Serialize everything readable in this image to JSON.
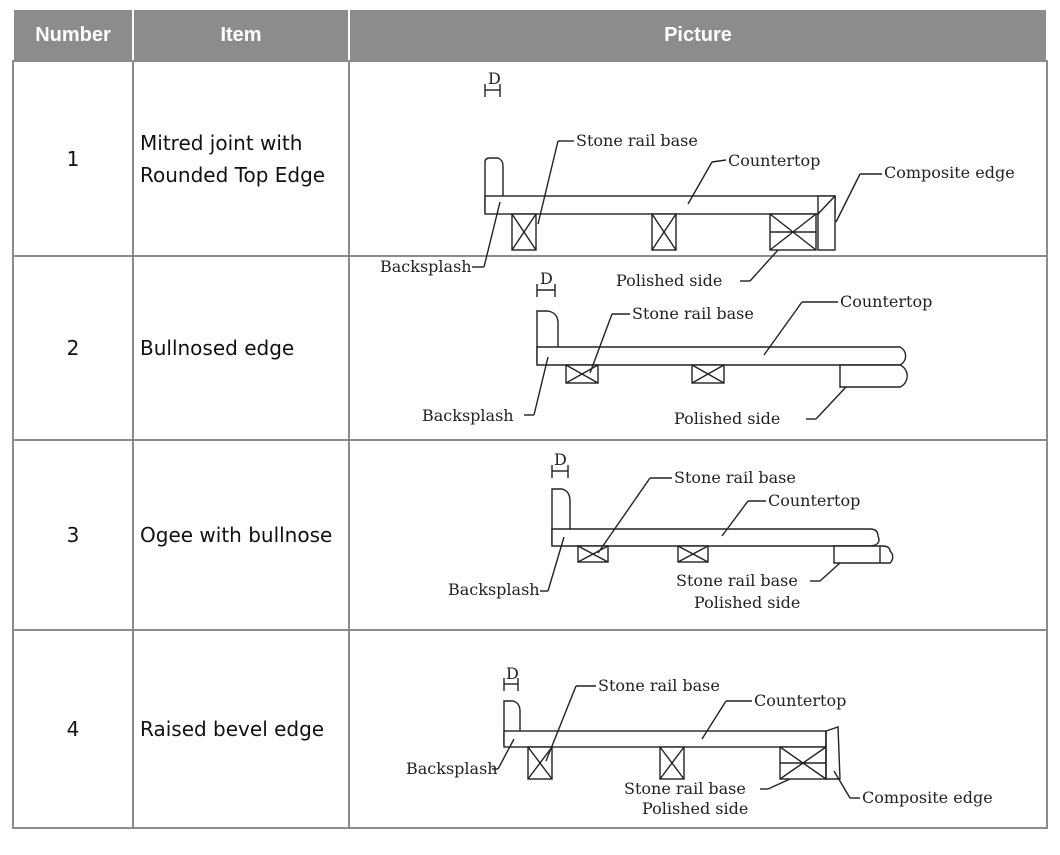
{
  "header": {
    "number": "Number",
    "item": "Item",
    "picture": "Picture"
  },
  "rows": [
    {
      "number": "1",
      "item_line1": "Mitred joint with",
      "item_line2": "Rounded Top Edge",
      "labels": {
        "d": "D",
        "stone_rail_base": "Stone rail base",
        "countertop": "Countertop",
        "composite_edge": "Composite edge",
        "backsplash": "Backsplash",
        "polished_side": "Polished side"
      }
    },
    {
      "number": "2",
      "item_line1": "Bullnosed edge",
      "labels": {
        "d": "D",
        "stone_rail_base": "Stone rail base",
        "countertop": "Countertop",
        "backsplash": "Backsplash",
        "polished_side": "Polished side"
      }
    },
    {
      "number": "3",
      "item_line1": "Ogee with bullnose",
      "labels": {
        "d": "D",
        "stone_rail_base": "Stone rail base",
        "countertop": "Countertop",
        "backsplash": "Backsplash",
        "stone_rail_base_2": "Stone rail base",
        "polished_side": "Polished side"
      }
    },
    {
      "number": "4",
      "item_line1": "Raised bevel edge",
      "labels": {
        "d": "D",
        "stone_rail_base": "Stone rail base",
        "countertop": "Countertop",
        "backsplash": "Backsplash",
        "stone_rail_base_2": "Stone rail base",
        "polished_side": "Polished side",
        "composite_edge": "Composite edge"
      }
    }
  ],
  "colors": {
    "header_bg": "#8c8c8c",
    "header_text": "#ffffff",
    "grid": "#8c8c8c",
    "drawing": "#222222"
  }
}
